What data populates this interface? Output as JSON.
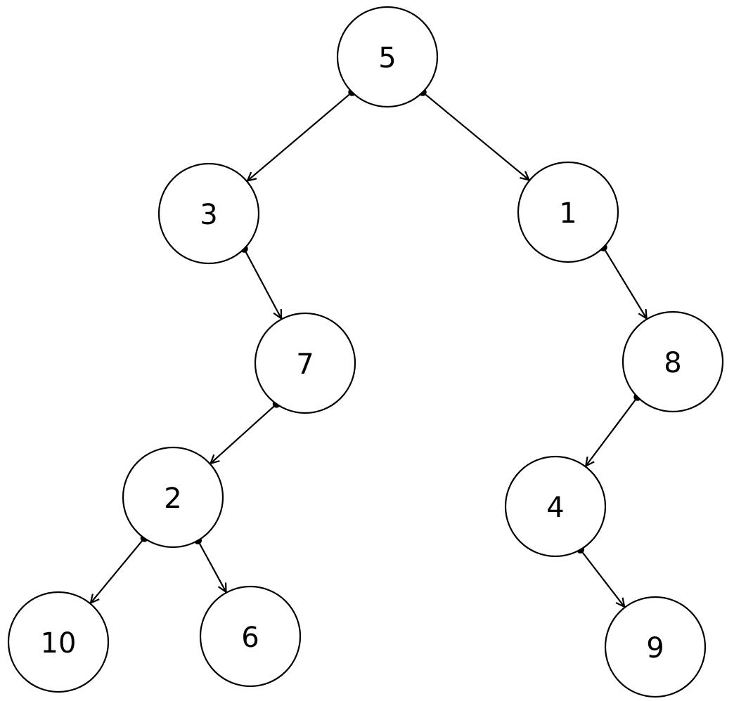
{
  "tree": {
    "nodes": [
      {
        "id": "n5",
        "label": "5"
      },
      {
        "id": "n3",
        "label": "3"
      },
      {
        "id": "n1",
        "label": "1"
      },
      {
        "id": "n7",
        "label": "7"
      },
      {
        "id": "n8",
        "label": "8"
      },
      {
        "id": "n2",
        "label": "2"
      },
      {
        "id": "n4",
        "label": "4"
      },
      {
        "id": "n10",
        "label": "10"
      },
      {
        "id": "n6",
        "label": "6"
      },
      {
        "id": "n9",
        "label": "9"
      }
    ],
    "edges": [
      {
        "from": "n5",
        "to": "n3"
      },
      {
        "from": "n5",
        "to": "n1"
      },
      {
        "from": "n3",
        "to": "n7"
      },
      {
        "from": "n1",
        "to": "n8"
      },
      {
        "from": "n7",
        "to": "n2"
      },
      {
        "from": "n8",
        "to": "n4"
      },
      {
        "from": "n2",
        "to": "n10"
      },
      {
        "from": "n2",
        "to": "n6"
      },
      {
        "from": "n4",
        "to": "n9"
      }
    ]
  }
}
